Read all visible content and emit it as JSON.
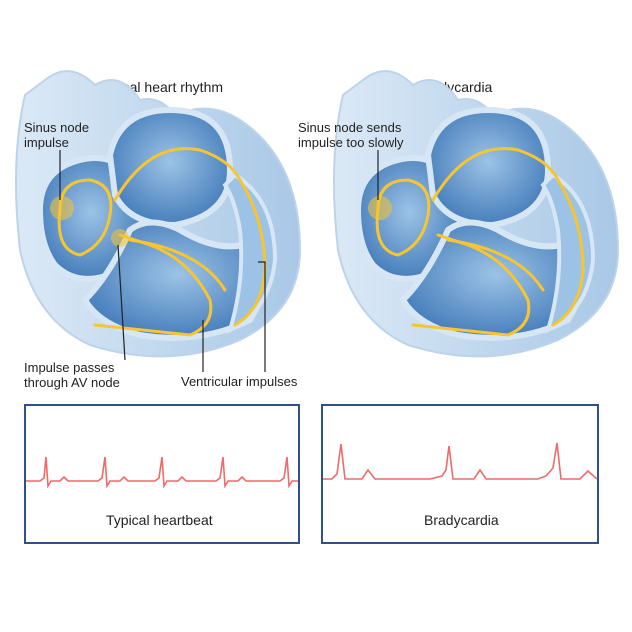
{
  "left_panel": {
    "title": "Typical heart rhythm",
    "labels": {
      "sinus": "Sinus node\nimpulse",
      "av": "Impulse passes\nthrough AV node",
      "ventricular": "Ventricular impulses"
    }
  },
  "right_panel": {
    "title": "Bradycardia",
    "labels": {
      "sinus": "Sinus node sends\nimpulse too slowly"
    }
  },
  "ecg_left": {
    "caption": "Typical heartbeat"
  },
  "ecg_right": {
    "caption": "Bradycardia"
  },
  "colors": {
    "heart_light": "#cfe2f2",
    "heart_mid": "#7fb0dc",
    "heart_dark": "#3f78b8",
    "impulse": "#f7c531",
    "ecg_line": "#f06a6a",
    "frame": "#2f4f8f"
  }
}
